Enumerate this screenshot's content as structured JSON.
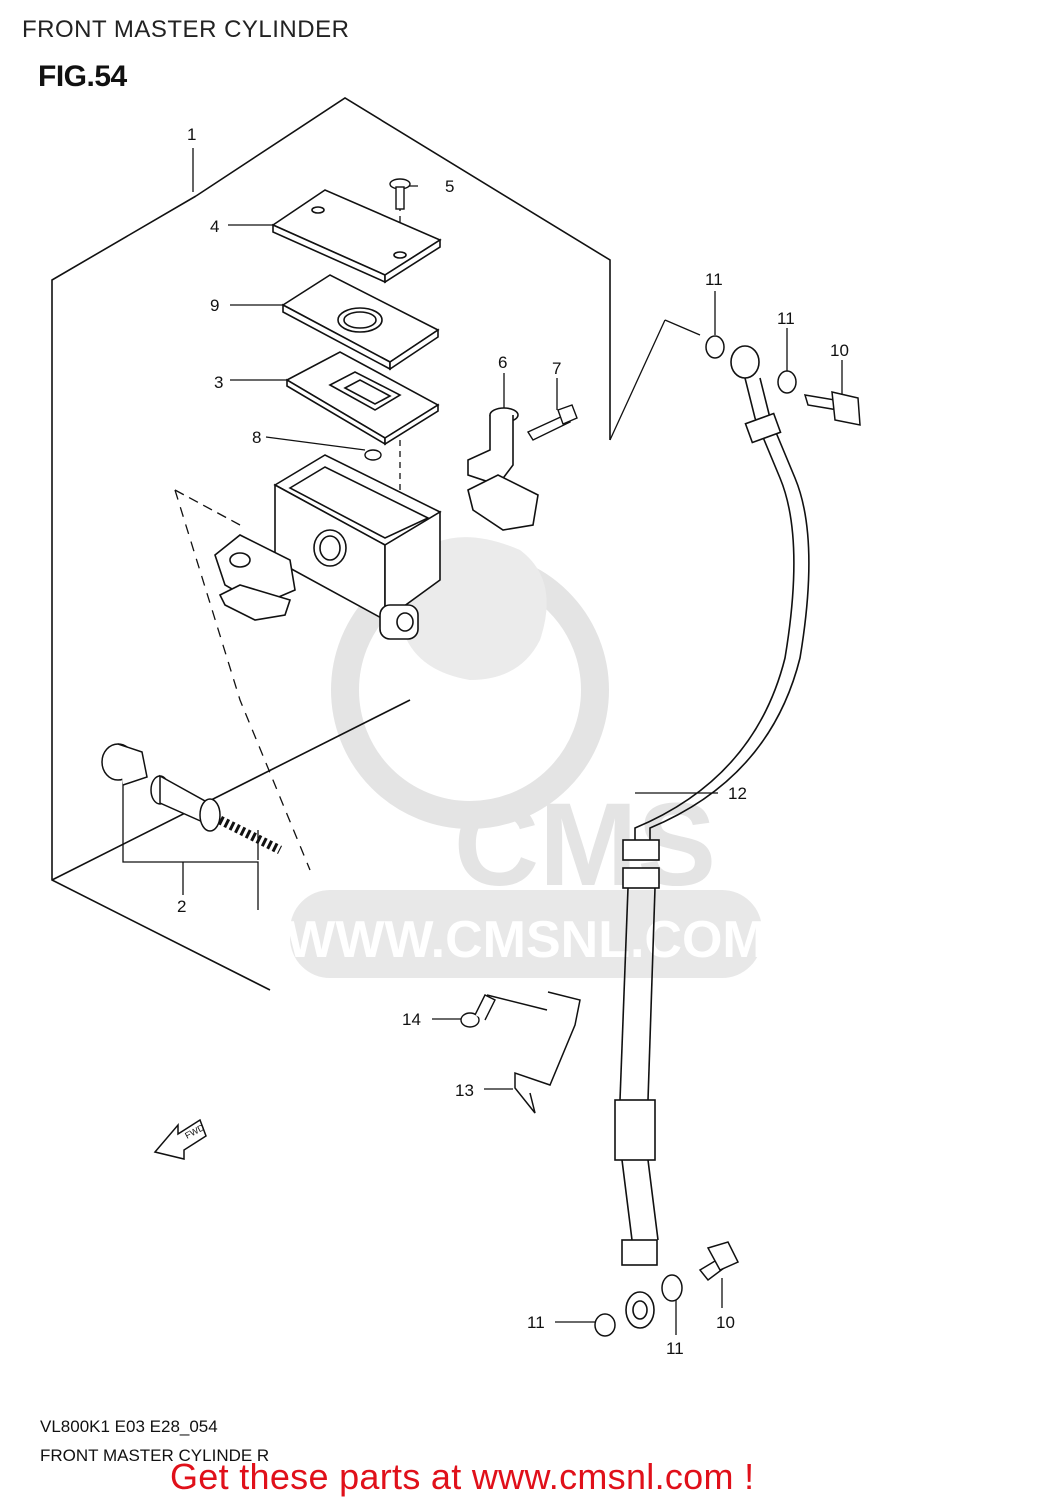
{
  "header_title": "FRONT MASTER CYLINDER",
  "figure_label": "FIG.54",
  "callouts": [
    {
      "id": "c1",
      "label": "1"
    },
    {
      "id": "c2",
      "label": "2"
    },
    {
      "id": "c3",
      "label": "3"
    },
    {
      "id": "c4",
      "label": "4"
    },
    {
      "id": "c5",
      "label": "5"
    },
    {
      "id": "c6",
      "label": "6"
    },
    {
      "id": "c7",
      "label": "7"
    },
    {
      "id": "c8",
      "label": "8"
    },
    {
      "id": "c9",
      "label": "9"
    },
    {
      "id": "c10a",
      "label": "10"
    },
    {
      "id": "c10b",
      "label": "10"
    },
    {
      "id": "c11a",
      "label": "11"
    },
    {
      "id": "c11b",
      "label": "11"
    },
    {
      "id": "c11c",
      "label": "11"
    },
    {
      "id": "c11d",
      "label": "11"
    },
    {
      "id": "c12",
      "label": "12"
    },
    {
      "id": "c13",
      "label": "13"
    },
    {
      "id": "c14",
      "label": "14"
    }
  ],
  "fwd_label": "FWD",
  "watermark": {
    "logo_text": "CMS",
    "url_text": "WWW.CMSNL.COM"
  },
  "footer": {
    "model_code": "VL800K1 E03 E28_054",
    "title": "FRONT MASTER CYLINDE R",
    "call_to_action": "Get these parts at www.cmsnl.com !"
  },
  "colors": {
    "cta_red": "#e0101a",
    "watermark_gray": "#e4e4e4",
    "line": "#111111"
  }
}
